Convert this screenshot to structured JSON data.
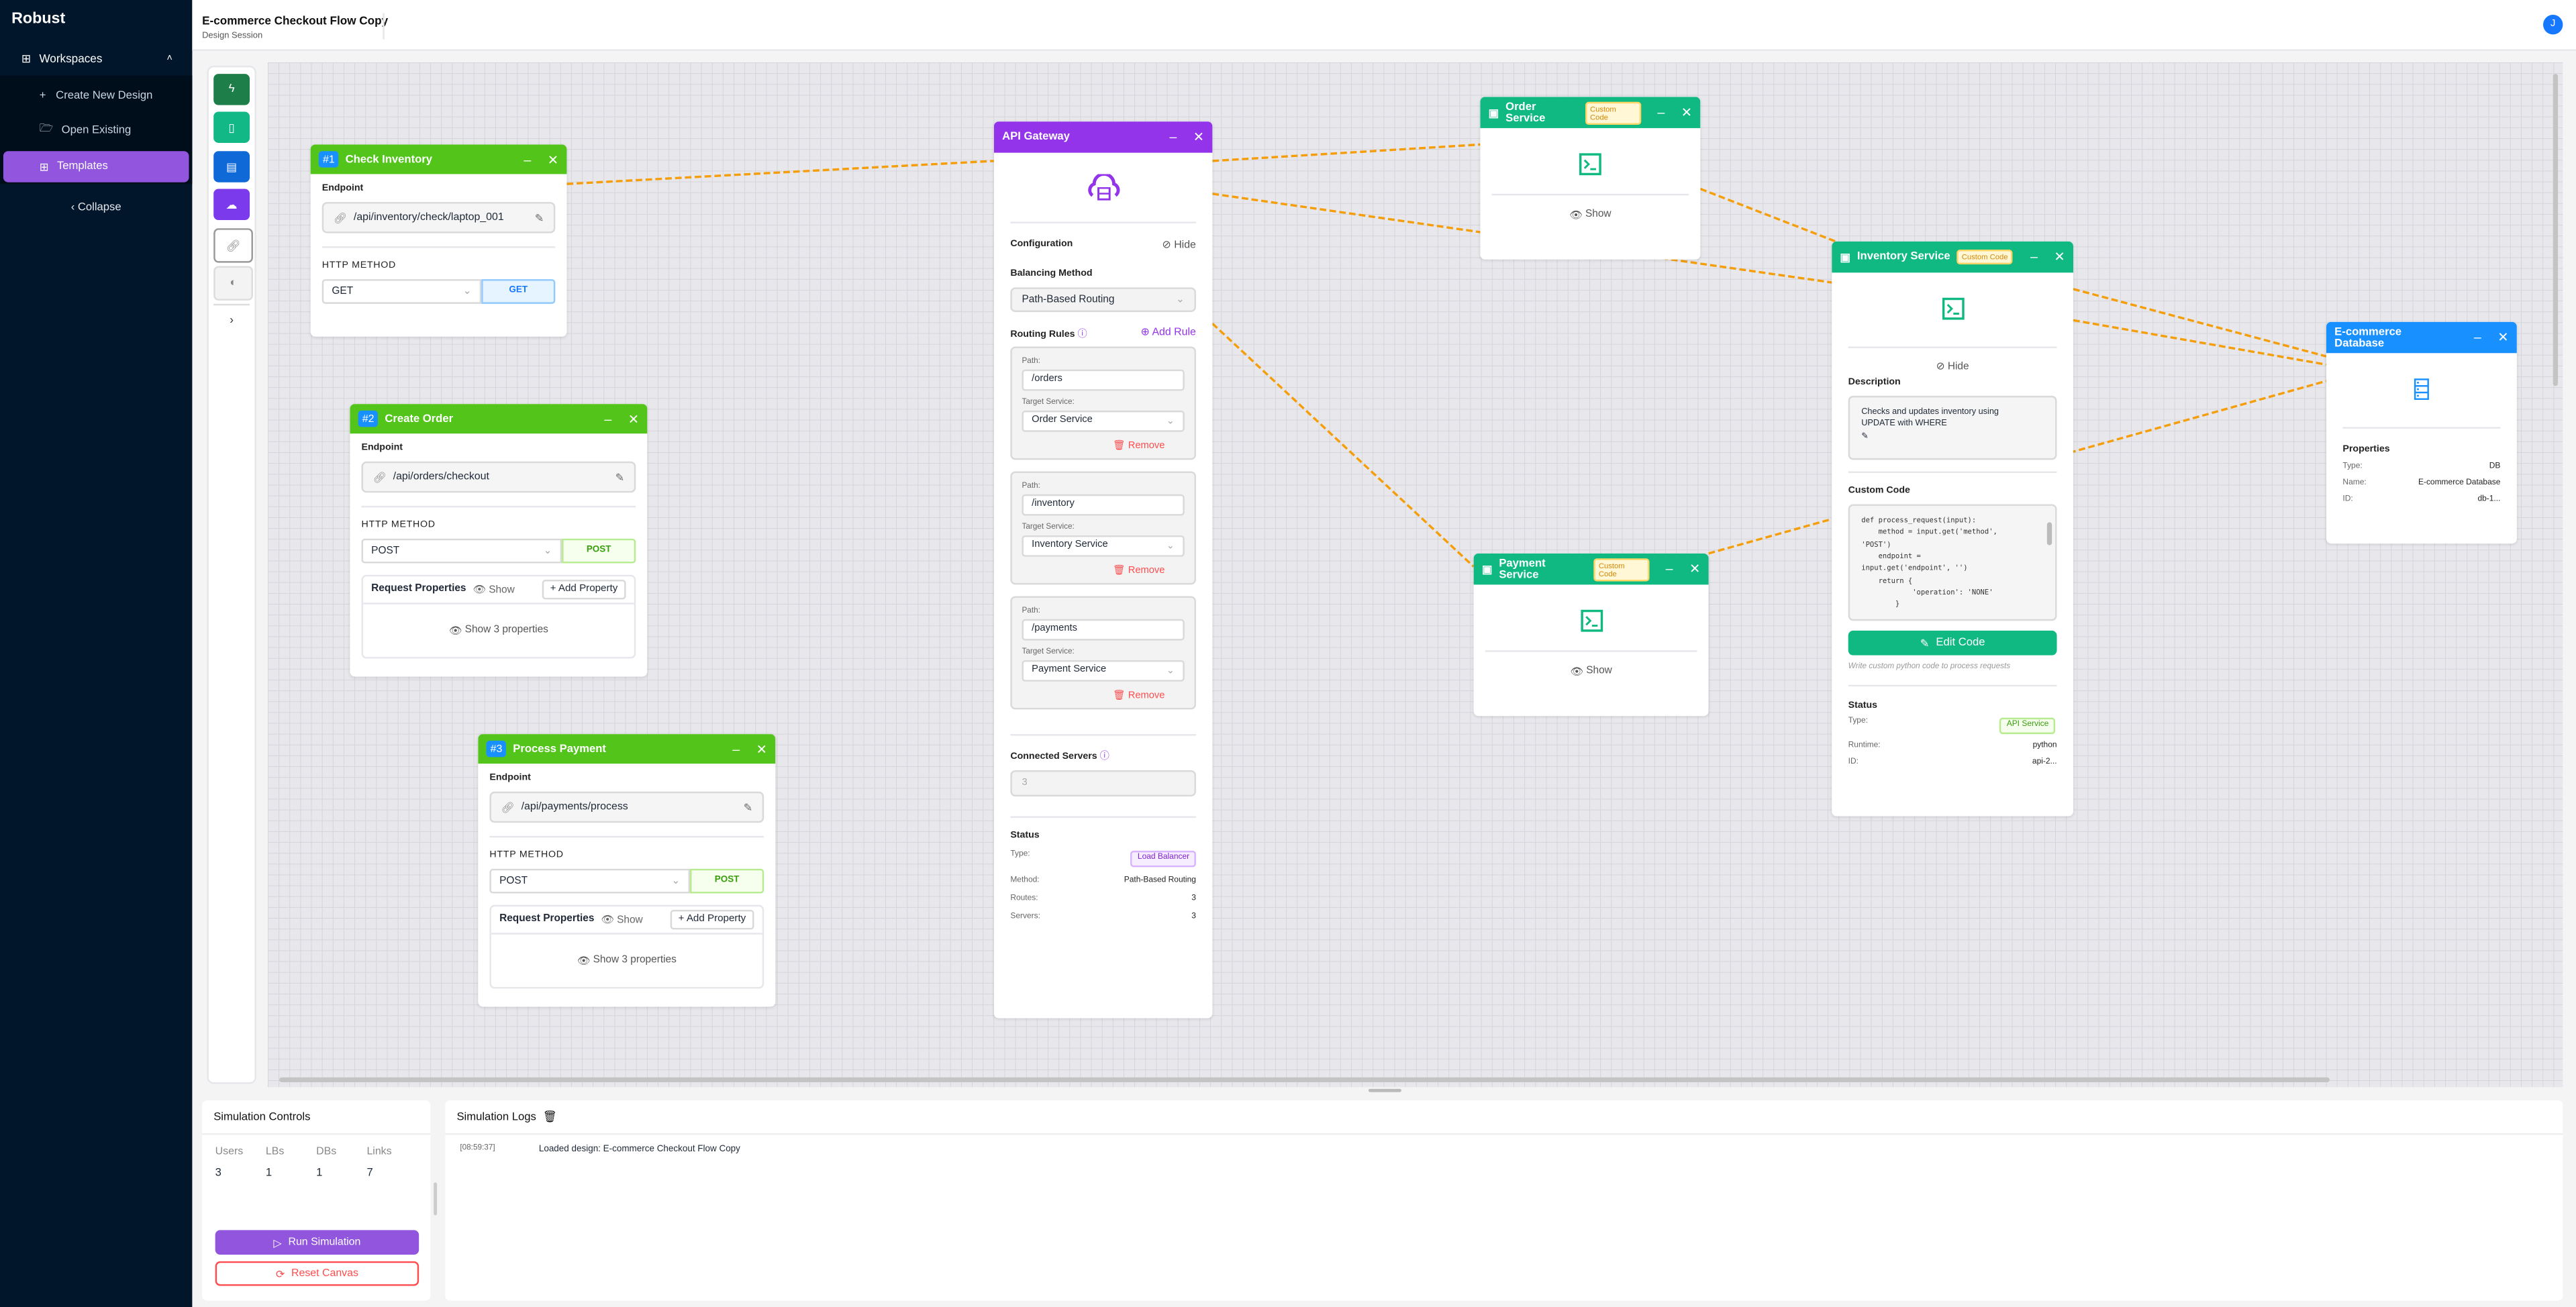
{
  "app": {
    "brand": "Robust",
    "title": "E-commerce Checkout Flow Copy",
    "subtitle": "Design Session",
    "avatar": "J"
  },
  "sidebar": {
    "workspaces": "Workspaces",
    "items": [
      {
        "label": "Create New Design",
        "icon": "plus-icon"
      },
      {
        "label": "Open Existing",
        "icon": "folder-icon"
      },
      {
        "label": "Templates",
        "icon": "grid-icon"
      }
    ],
    "collapse": "Collapse"
  },
  "toolbox": {
    "items": [
      {
        "icon": "bolt-icon",
        "color": "#1e7e4a"
      },
      {
        "icon": "terminal-icon",
        "color": "#12b886"
      },
      {
        "icon": "database-icon",
        "color": "#0f6ad8"
      },
      {
        "icon": "cloud-server-icon",
        "color": "#7c3aed"
      },
      {
        "icon": "link-icon",
        "color": "#ffffff"
      },
      {
        "icon": "toggle-icon",
        "color": "#f3f3f3"
      }
    ],
    "expand": "›"
  },
  "colors": {
    "user": "#52c41a",
    "gateway": "#9333ea",
    "service": "#10b981",
    "database": "#1890ff",
    "edge": "#f59e0b"
  },
  "users": [
    {
      "num": "#1",
      "title": "Check Inventory",
      "endpoint_label": "Endpoint",
      "endpoint": "/api/inventory/check/laptop_001",
      "method_label": "HTTP METHOD",
      "method": "GET",
      "method_badge": "GET"
    },
    {
      "num": "#2",
      "title": "Create Order",
      "endpoint_label": "Endpoint",
      "endpoint": "/api/orders/checkout",
      "method_label": "HTTP METHOD",
      "method": "POST",
      "method_badge": "POST",
      "req_label": "Request Properties",
      "show": "Show",
      "add": "Add Property",
      "show_props": "Show 3 properties"
    },
    {
      "num": "#3",
      "title": "Process Payment",
      "endpoint_label": "Endpoint",
      "endpoint": "/api/payments/process",
      "method_label": "HTTP METHOD",
      "method": "POST",
      "method_badge": "POST",
      "req_label": "Request Properties",
      "show": "Show",
      "add": "Add Property",
      "show_props": "Show 3 properties"
    }
  ],
  "gateway": {
    "title": "API Gateway",
    "config": "Configuration",
    "hide": "Hide",
    "balancing_label": "Balancing Method",
    "balancing": "Path-Based Routing",
    "routing_label": "Routing Rules",
    "add_rule": "Add Rule",
    "rules": [
      {
        "path_label": "Path:",
        "path": "/orders",
        "target_label": "Target Service:",
        "target": "Order Service",
        "remove": "Remove"
      },
      {
        "path_label": "Path:",
        "path": "/inventory",
        "target_label": "Target Service:",
        "target": "Inventory Service",
        "remove": "Remove"
      },
      {
        "path_label": "Path:",
        "path": "/payments",
        "target_label": "Target Service:",
        "target": "Payment Service",
        "remove": "Remove"
      }
    ],
    "connected_label": "Connected Servers",
    "connected": "3",
    "status": "Status",
    "type_label": "Type:",
    "type": "Load Balancer",
    "method_label": "Method:",
    "method": "Path-Based Routing",
    "routes_label": "Routes:",
    "routes": "3",
    "servers_label": "Servers:",
    "servers": "3"
  },
  "services": {
    "order": {
      "title": "Order Service",
      "badge": "Custom Code",
      "show": "Show"
    },
    "payment": {
      "title": "Payment Service",
      "badge": "Custom Code",
      "show": "Show"
    },
    "inventory": {
      "title": "Inventory Service",
      "badge": "Custom Code",
      "hide": "Hide",
      "desc_label": "Description",
      "desc": "Checks and updates inventory using UPDATE with WHERE",
      "code_label": "Custom Code",
      "code": "def process_request(input):\n    method = input.get('method',\n'POST')\n    endpoint =\ninput.get('endpoint', '')\n    return {\n            'operation': 'NONE'\n        }",
      "edit": "Edit Code",
      "hint": "Write custom python code to process requests",
      "status": "Status",
      "type_label": "Type:",
      "type": "API Service",
      "runtime_label": "Runtime:",
      "runtime": "python",
      "id_label": "ID:",
      "id": "api-2..."
    }
  },
  "database": {
    "title": "E-commerce Database",
    "props": "Properties",
    "type_label": "Type:",
    "type": "DB",
    "name_label": "Name:",
    "name": "E-commerce Database",
    "id_label": "ID:",
    "id": "db-1..."
  },
  "simulation": {
    "title": "Simulation Controls",
    "stats": [
      {
        "label": "Users",
        "value": "3"
      },
      {
        "label": "LBs",
        "value": "1"
      },
      {
        "label": "DBs",
        "value": "1"
      },
      {
        "label": "Links",
        "value": "7"
      }
    ],
    "run": "Run Simulation",
    "reset": "Reset Canvas"
  },
  "logs": {
    "title": "Simulation Logs",
    "entries": [
      {
        "time": "[08:59:37]",
        "message": "Loaded design: E-commerce Checkout Flow Copy"
      }
    ]
  }
}
